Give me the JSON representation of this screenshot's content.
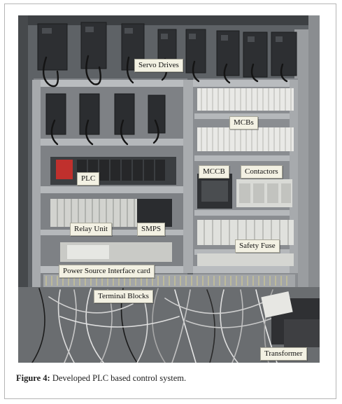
{
  "figure": {
    "caption_label": "Figure 4:",
    "caption_text": " Developed PLC based control system."
  },
  "labels": {
    "servo_drives": "Servo Drives",
    "mcbs": "MCBs",
    "plc": "PLC",
    "mccb": "MCCB",
    "contactors": "Contactors",
    "relay_unit": "Relay Unit",
    "smps": "SMPS",
    "safety_fuse": "Safety Fuse",
    "power_source_interface_card": "Power Source Interface card",
    "terminal_blocks": "Terminal Blocks",
    "transformer": "Transformer"
  },
  "colors": {
    "panel_gray": "#8c8f93",
    "drive_dark": "#2d2f32",
    "label_bg": "#f3f1e3",
    "plc_red": "#c0302d"
  }
}
